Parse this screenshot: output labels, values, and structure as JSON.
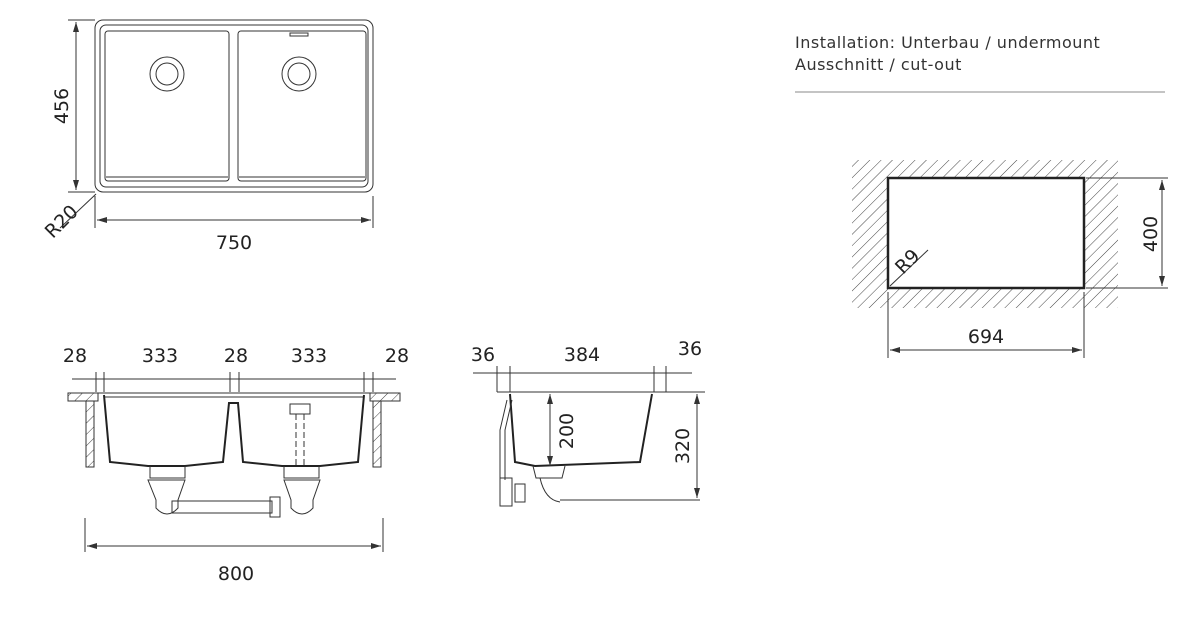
{
  "installation": {
    "line1": "Installation: Unterbau / undermount",
    "line2": "Ausschnitt / cut-out"
  },
  "top_view": {
    "height": "456",
    "radius": "R20",
    "width": "750"
  },
  "front_view": {
    "segments": [
      "28",
      "333",
      "28",
      "333",
      "28"
    ],
    "overall_width": "800"
  },
  "side_view": {
    "left": "36",
    "inner": "384",
    "right": "36",
    "bowl_depth": "200",
    "total_depth": "320"
  },
  "cutout": {
    "radius": "R9",
    "height": "400",
    "width": "694"
  }
}
